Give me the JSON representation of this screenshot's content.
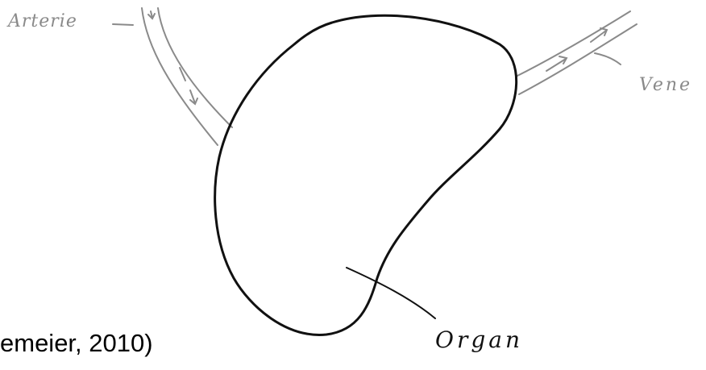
{
  "labels": {
    "artery": "Arterie",
    "vein": "Vene",
    "organ": "Organ"
  },
  "citation": "emeier, 2010)",
  "colors": {
    "organ_outline": "#111111",
    "vessel": "#8a8a8a",
    "background": "#ffffff"
  }
}
